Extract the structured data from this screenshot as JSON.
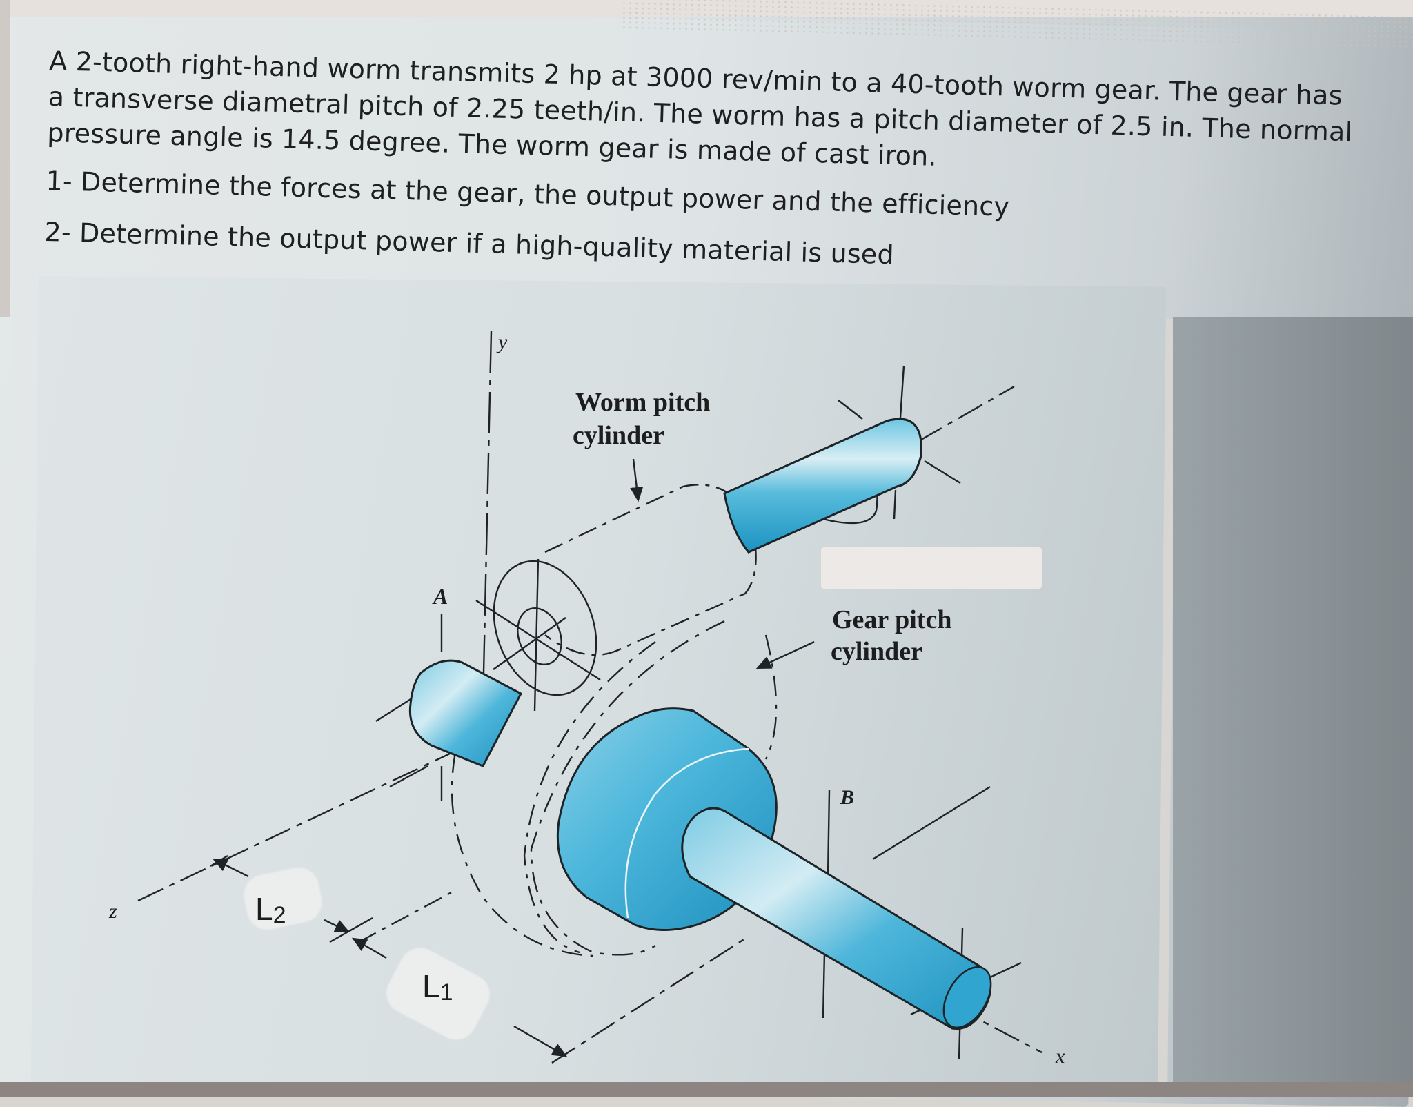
{
  "problem": {
    "lines": [
      "A 2-tooth right-hand worm transmits 2 hp at 3000 rev/min to a 40-tooth worm gear. The gear has",
      "a transverse diametral pitch of 2.25 teeth/in. The worm has a pitch diameter of 2.5 in. The normal",
      "pressure angle is 14.5 degree. The worm gear is made of cast iron."
    ],
    "questions": [
      "1- Determine the forces at the gear, the output power and the efficiency",
      "2- Determine the output power if a high-quality material is used"
    ]
  },
  "figure": {
    "labels": {
      "y_axis": "y",
      "x_axis": "x",
      "z_axis": "z",
      "worm_pitch_line1": "Worm pitch",
      "worm_pitch_line2": "cylinder",
      "gear_pitch_line1": "Gear pitch",
      "gear_pitch_line2": "cylinder",
      "bearing_a": "A",
      "bearing_b": "B",
      "dim_l2": "L",
      "dim_l2_sub": "2",
      "dim_l1": "L",
      "dim_l1_sub": "1"
    },
    "colors": {
      "cylinder_light": "#bfe3ef",
      "cylinder_mid": "#3fb2d6",
      "cylinder_dark": "#1a8fbf",
      "outline": "#1d2326",
      "background": "#dfe5e6"
    }
  }
}
